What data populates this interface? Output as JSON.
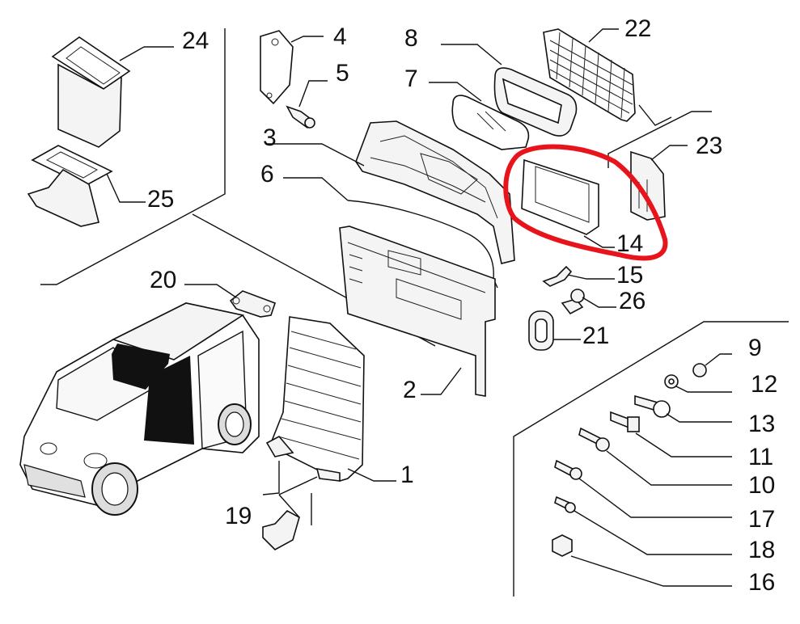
{
  "labels": {
    "p1": "1",
    "p2": "2",
    "p3": "3",
    "p4": "4",
    "p5": "5",
    "p6": "6",
    "p7": "7",
    "p8": "8",
    "p9": "9",
    "p10": "10",
    "p11": "11",
    "p12": "12",
    "p13": "13",
    "p14": "14",
    "p15": "15",
    "p16": "16",
    "p17": "17",
    "p18": "18",
    "p19": "19",
    "p20": "20",
    "p21": "21",
    "p22": "22",
    "p23": "23",
    "p24": "24",
    "p25": "25",
    "p26": "26"
  },
  "colors": {
    "highlight": "#e8141c",
    "stroke": "#111111"
  },
  "highlighted_part": "14"
}
